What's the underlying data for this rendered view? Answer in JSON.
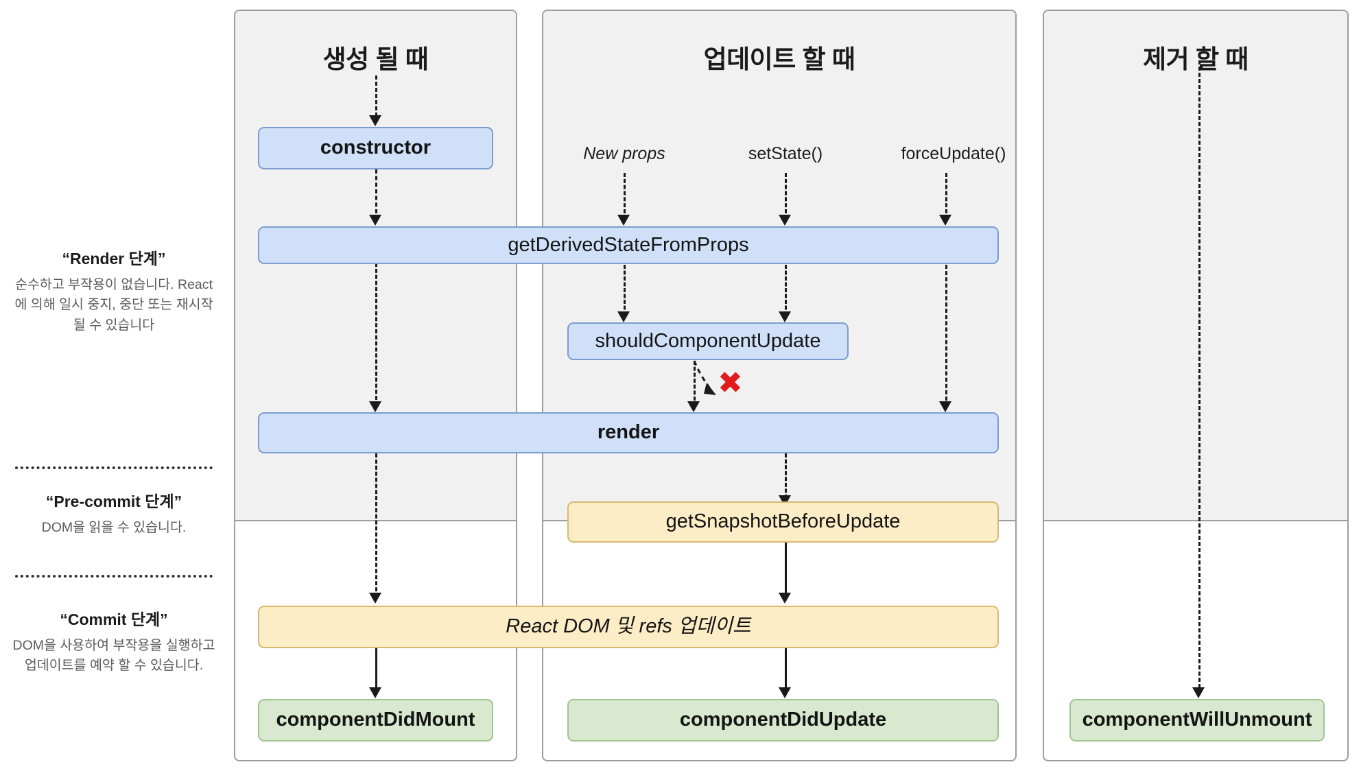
{
  "diagram": {
    "title": "React Lifecycle Methods Diagram (Korean)",
    "columns": [
      {
        "id": "mounting",
        "header": "생성 될 때"
      },
      {
        "id": "updating",
        "header": "업데이트 할 때"
      },
      {
        "id": "unmounting",
        "header": "제거 할 때"
      }
    ],
    "phases": [
      {
        "id": "render",
        "title": "“Render 단계”",
        "body": "순수하고 부작용이 없습니다. React에 의해 일시 중지, 중단 또는 재시작 될 수 있습니다"
      },
      {
        "id": "pre-commit",
        "title": "“Pre-commit 단계”",
        "body": "DOM을 읽을 수 있습니다."
      },
      {
        "id": "commit",
        "title": "“Commit 단계”",
        "body": "DOM을 사용하여 부작용을 실행하고 업데이트를 예약 할 수 있습니다."
      }
    ],
    "triggers": [
      {
        "id": "new-props",
        "label": "New props",
        "style": "italic"
      },
      {
        "id": "set-state",
        "label": "setState()",
        "style": "regular"
      },
      {
        "id": "force-update",
        "label": "forceUpdate()",
        "style": "regular"
      }
    ],
    "nodes": [
      {
        "id": "constructor",
        "label": "constructor",
        "color": "blue",
        "weight": "bold"
      },
      {
        "id": "get-derived-state-from-props",
        "label": "getDerivedStateFromProps",
        "color": "blue",
        "weight": "regular"
      },
      {
        "id": "should-component-update",
        "label": "shouldComponentUpdate",
        "color": "blue",
        "weight": "regular"
      },
      {
        "id": "render",
        "label": "render",
        "color": "blue",
        "weight": "bold"
      },
      {
        "id": "get-snapshot-before-update",
        "label": "getSnapshotBeforeUpdate",
        "color": "yellow",
        "weight": "regular"
      },
      {
        "id": "react-dom-and-refs",
        "label": "React DOM 및 refs 업데이트",
        "color": "yellow",
        "weight": "italic"
      },
      {
        "id": "component-did-mount",
        "label": "componentDidMount",
        "color": "green",
        "weight": "bold"
      },
      {
        "id": "component-did-update",
        "label": "componentDidUpdate",
        "color": "green",
        "weight": "bold"
      },
      {
        "id": "component-will-unmount",
        "label": "componentWillUnmount",
        "color": "green",
        "weight": "bold"
      }
    ],
    "markers": [
      {
        "id": "skip-update-x",
        "glyph": "✖",
        "color": "#e21b1b",
        "meaning": "shouldComponentUpdate returns false — skip render"
      }
    ],
    "colors": {
      "blue_fill": "#cfe0f8",
      "blue_border": "#7d9dd0",
      "yellow_fill": "#fcedc6",
      "yellow_border": "#d8b96e",
      "green_fill": "#d9e9cf",
      "green_border": "#a0c492",
      "panel_gray": "#f1f1f1",
      "panel_border": "#9d9d9d",
      "x_red": "#e21b1b"
    }
  }
}
